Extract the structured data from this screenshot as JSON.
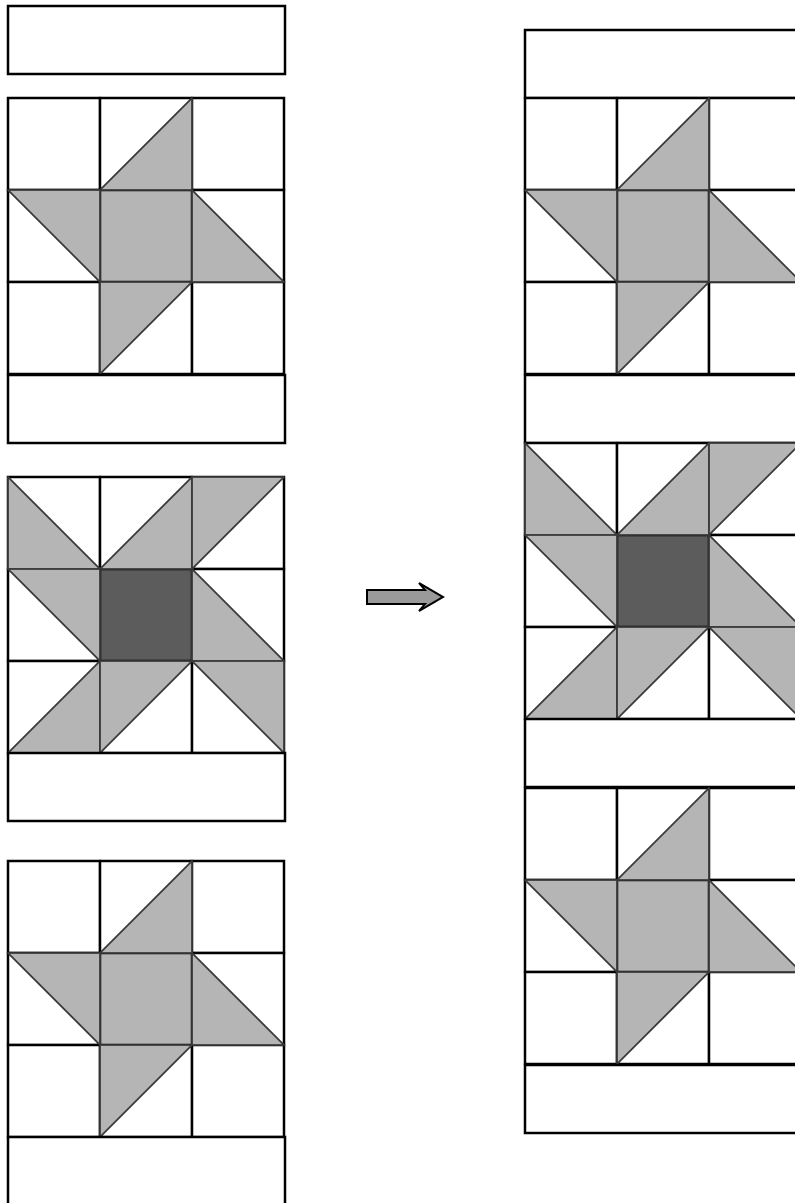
{
  "colors": {
    "background": "#ffffff",
    "outline": "#000000",
    "light_gray": "#b5b5b5",
    "dark_gray": "#5c5c5c",
    "arrow_fill": "#9a9a9a"
  },
  "left_column": {
    "pieces": [
      {
        "kind": "strip"
      },
      {
        "kind": "block",
        "pattern": "sawtooth-star"
      },
      {
        "kind": "strip"
      },
      {
        "kind": "block",
        "pattern": "pinwheel-star-dark-center"
      },
      {
        "kind": "strip"
      },
      {
        "kind": "block",
        "pattern": "sawtooth-star"
      },
      {
        "kind": "strip"
      }
    ]
  },
  "arrow": {
    "icon": "right-arrow-icon",
    "direction": "right"
  },
  "right_column": {
    "pieces": [
      {
        "kind": "strip"
      },
      {
        "kind": "block",
        "pattern": "sawtooth-star"
      },
      {
        "kind": "strip"
      },
      {
        "kind": "block",
        "pattern": "pinwheel-star-dark-center"
      },
      {
        "kind": "strip"
      },
      {
        "kind": "block",
        "pattern": "sawtooth-star"
      },
      {
        "kind": "strip"
      }
    ]
  }
}
